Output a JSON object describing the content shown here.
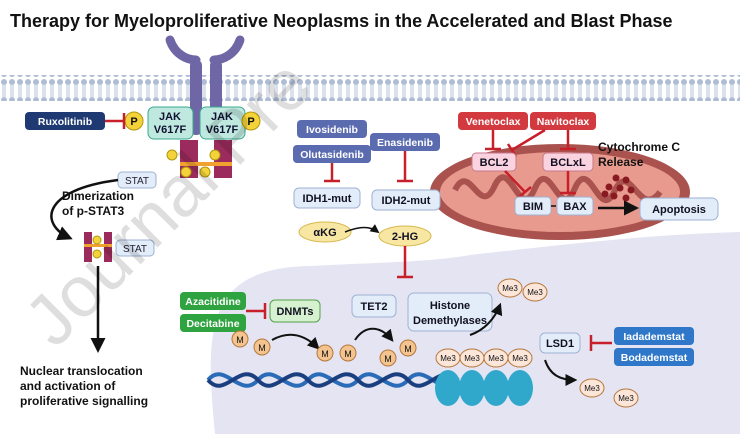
{
  "title": "Therapy for Myeloproliferative Neoplasms in the Accelerated and Blast Phase",
  "watermark": "Journal Pre",
  "receptor": {
    "jak_label_line1": "JAK",
    "jak_label_line2": "V617F",
    "phospho": "P",
    "mini_phospho": "P"
  },
  "drugs": {
    "ruxolitinib": "Ruxolitinib",
    "ivosidenib": "Ivosidenib",
    "olutasidenib": "Olutasidenib",
    "enasidenib": "Enasidenib",
    "venetoclax": "Venetoclax",
    "navitoclax": "Navitoclax",
    "azacitidine": "Azacitidine",
    "decitabine": "Decitabine",
    "iadademstat": "Iadademstat",
    "bodademstat": "Bodademstat"
  },
  "labels": {
    "stat": "STAT",
    "dimerization_line1": "Dimerization",
    "dimerization_line2": "of p-STAT3",
    "idh1": "IDH1-mut",
    "idh2": "IDH2-mut",
    "akg": "αKG",
    "two_hg": "2-HG",
    "bcl2": "BCL2",
    "bclxl": "BCLxL",
    "bim": "BIM",
    "bax": "BAX",
    "cytochrome_line1": "Cytochrome C",
    "cytochrome_line2": "Release",
    "apoptosis": "Apoptosis",
    "dnmts": "DNMTs",
    "tet2": "TET2",
    "histone_line1": "Histone",
    "histone_line2": "Demethylases",
    "lsd1": "LSD1",
    "methyl": "M",
    "me3": "Me3",
    "nuclear_line1": "Nuclear translocation",
    "nuclear_line2": "and activation of",
    "nuclear_line3": "proliferative signalling"
  },
  "colors": {
    "drug_navy": "#1f3a73",
    "drug_slate": "#5b6bb0",
    "drug_red": "#d23a3f",
    "drug_green": "#2fa33f",
    "drug_blue": "#2f77c8",
    "inhibit": "#c8202a",
    "membrane": "#c9d4e6",
    "nucleus": "#e6e6f3",
    "mito": "#a8524e",
    "stat": "#9a2b5c"
  }
}
